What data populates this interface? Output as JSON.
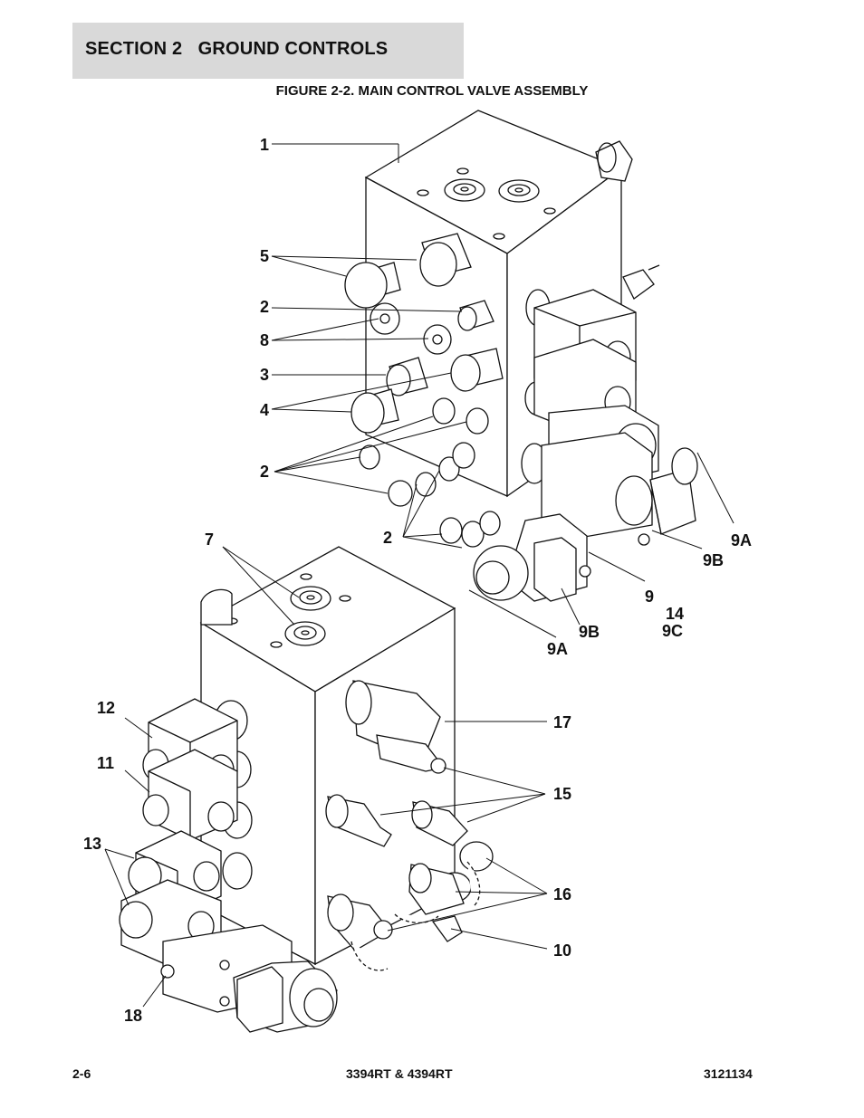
{
  "header": {
    "section_title": "SECTION 2   GROUND CONTROLS"
  },
  "figure": {
    "caption": "FIGURE 2-2. MAIN CONTROL VALVE ASSEMBLY"
  },
  "callouts": {
    "c1": "1",
    "c5": "5",
    "c2a": "2",
    "c8": "8",
    "c3": "3",
    "c4": "4",
    "c2b": "2",
    "c7": "7",
    "c2c": "2",
    "c9a_right": "9A",
    "c9b_right": "9B",
    "c9": "9",
    "c14": "14",
    "c9b_mid": "9B",
    "c9c": "9C",
    "c9a_mid": "9A",
    "c12": "12",
    "c11": "11",
    "c17": "17",
    "c15": "15",
    "c13": "13",
    "c16": "16",
    "c10": "10",
    "c18": "18"
  },
  "footer": {
    "page": "2-6",
    "model": "3394RT & 4394RT",
    "doc_number": "3121134"
  }
}
